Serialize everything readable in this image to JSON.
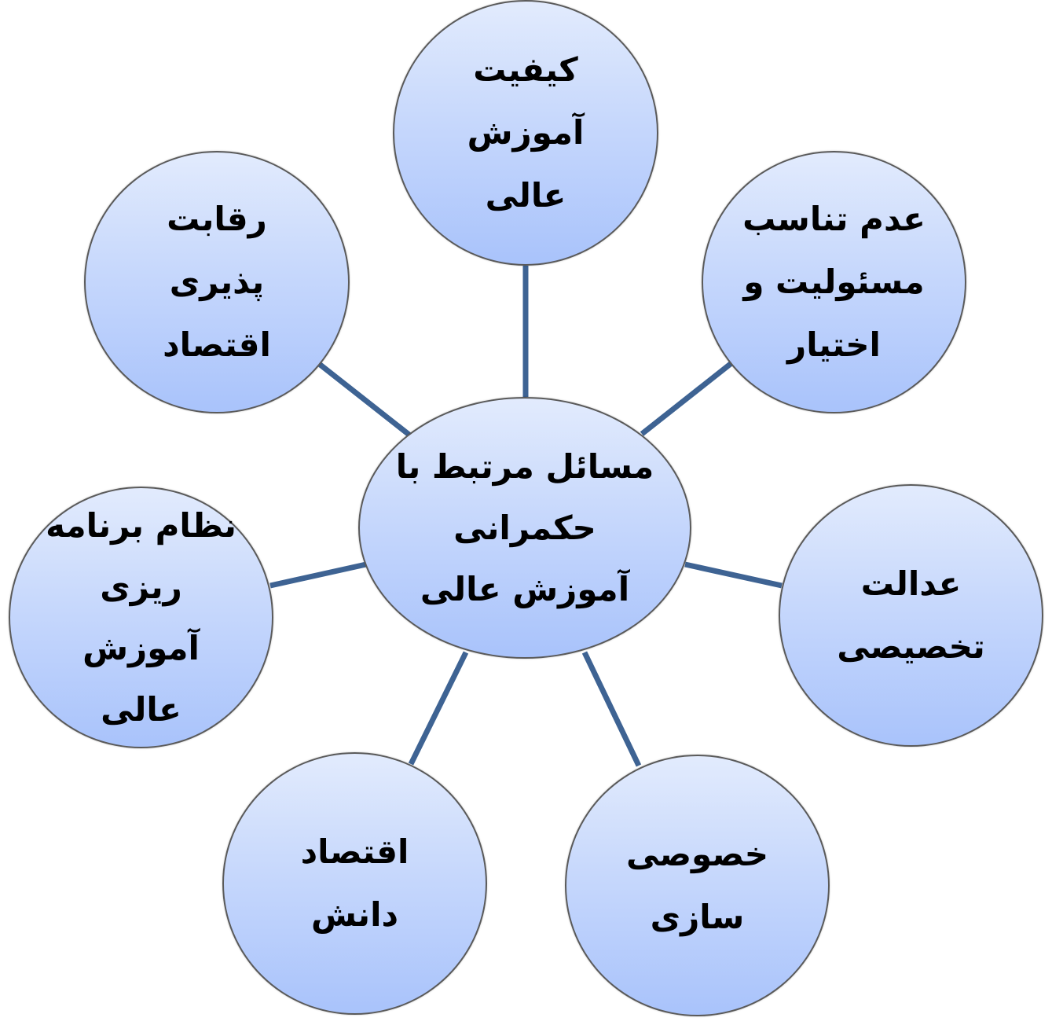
{
  "center": {
    "lines": [
      "مسائل مرتبط با",
      "حکمرانی",
      "آموزش عالی"
    ]
  },
  "nodes": {
    "top": {
      "lines": [
        "کیفیت",
        "آموزش",
        "عالی"
      ]
    },
    "top_left": {
      "lines": [
        "رقابت",
        "پذیری",
        "اقتصاد"
      ]
    },
    "top_right": {
      "lines": [
        "عدم تناسب",
        "مسئولیت و",
        "اختیار"
      ]
    },
    "left": {
      "lines": [
        "نظام برنامه",
        "ریزی",
        "آموزش",
        "عالی"
      ]
    },
    "right": {
      "lines": [
        "عدالت",
        "تخصیصی"
      ]
    },
    "bottom_left": {
      "lines": [
        "اقتصاد",
        "دانش"
      ]
    },
    "bottom_right": {
      "lines": [
        "خصوصی",
        "سازی"
      ]
    }
  },
  "colors": {
    "connector": "#3e6393",
    "node_top": "#e2ebfd",
    "node_bottom": "#a9c3fb",
    "node_border": "#5a5a5a"
  }
}
